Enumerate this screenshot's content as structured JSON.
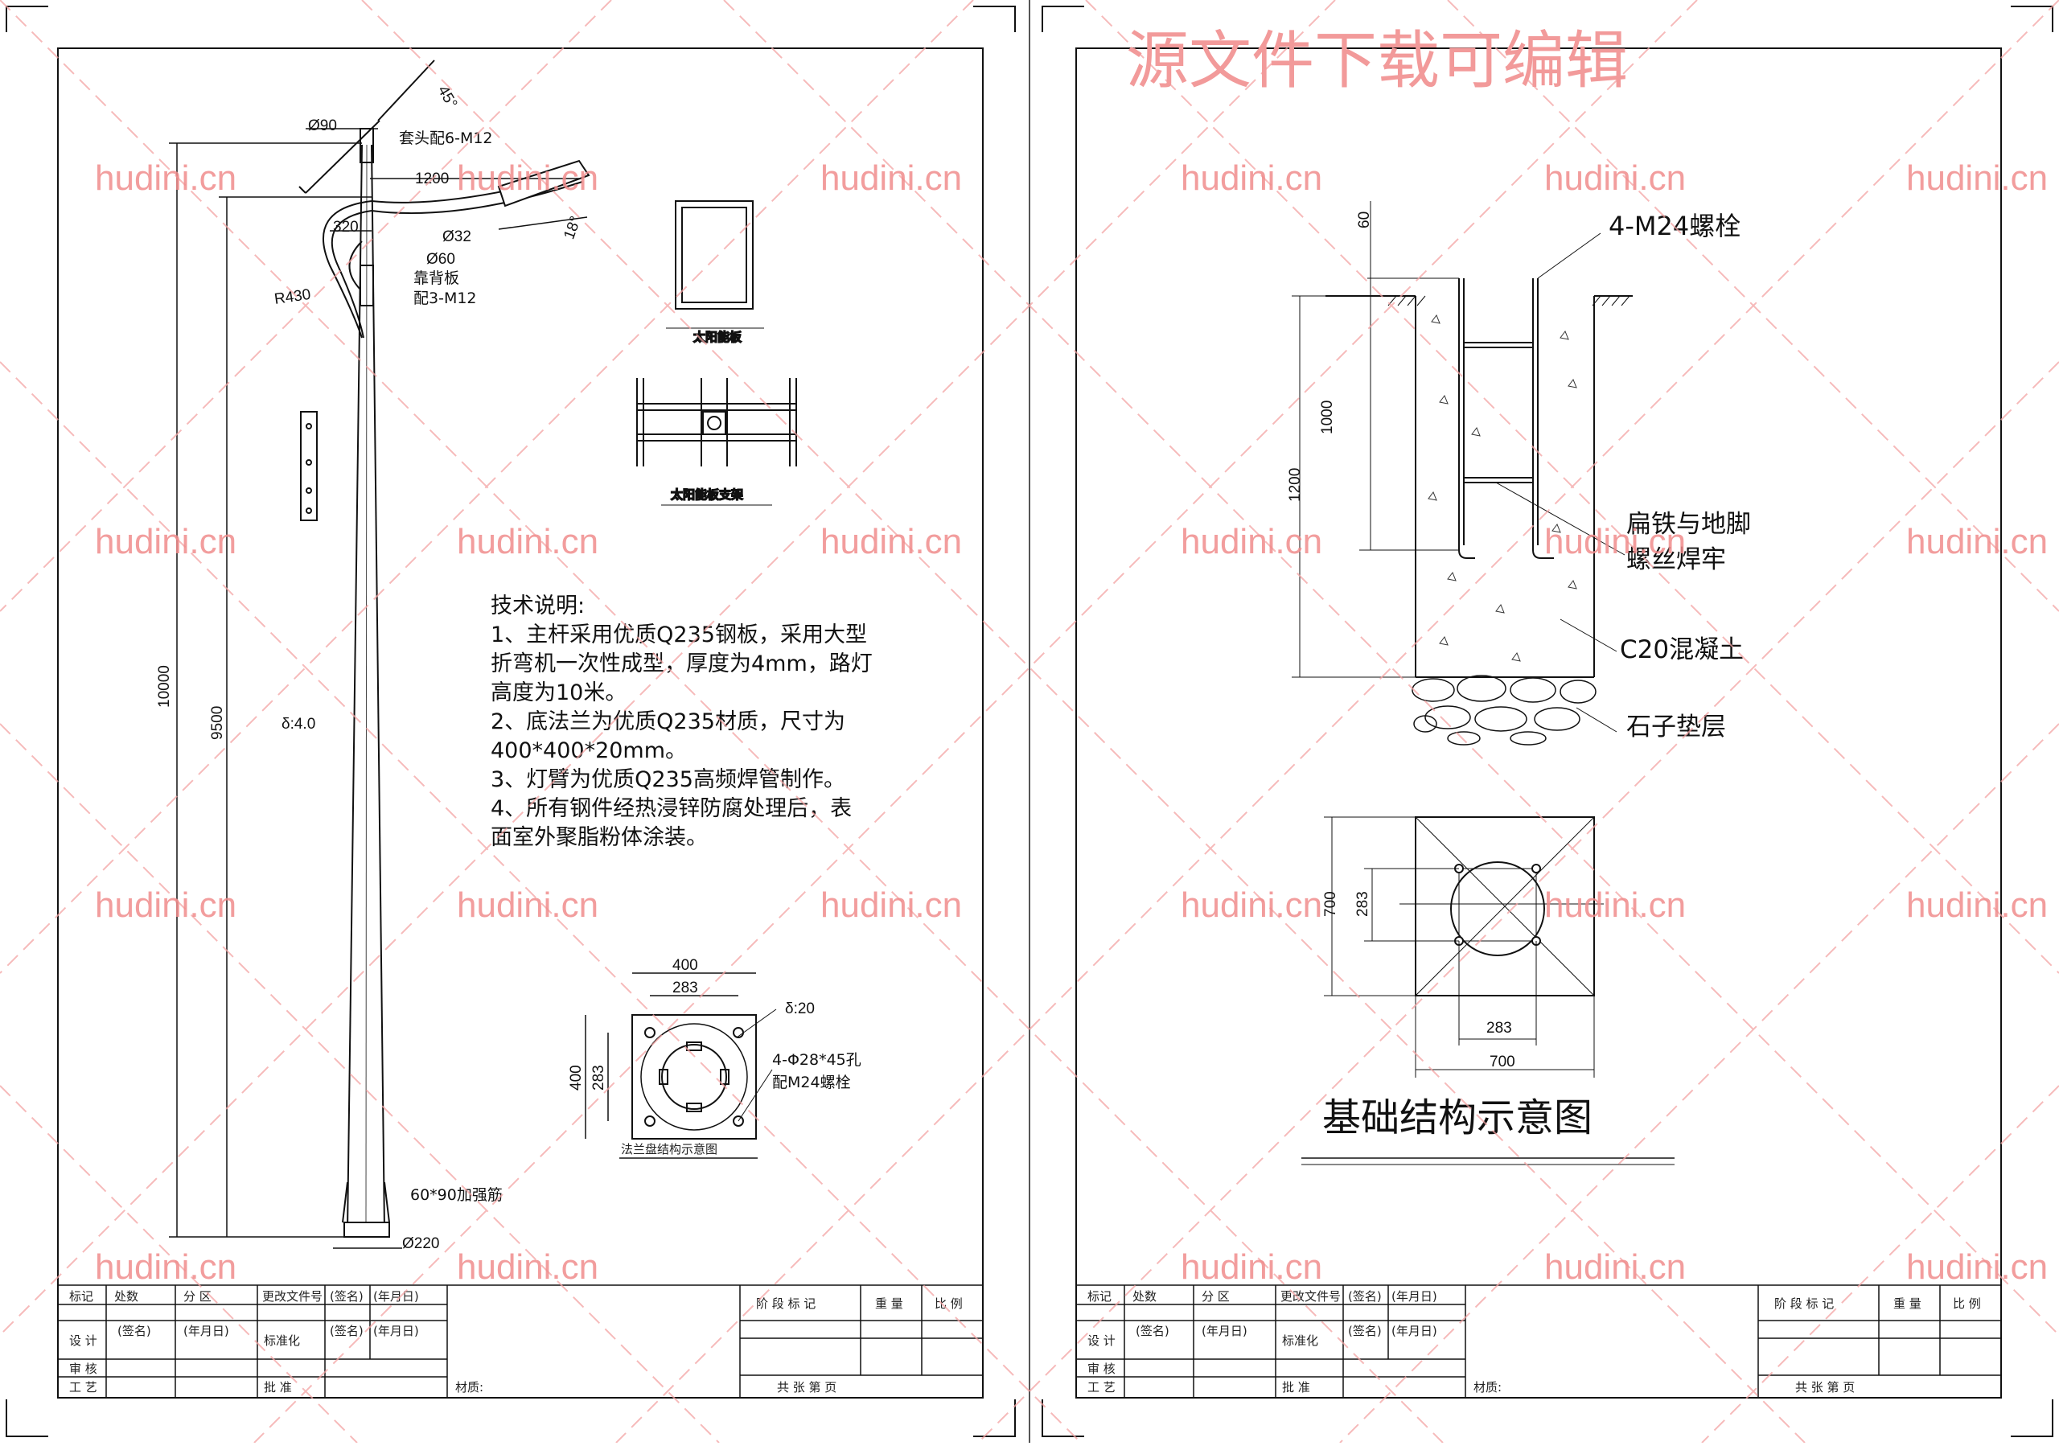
{
  "watermark": {
    "site": "hudini.cn",
    "headline": "源文件下载可编辑"
  },
  "left_sheet": {
    "pole_labels": {
      "top_dia": "Ø90",
      "angle_top": "45°",
      "cap_bolts": "套头配6-M12",
      "arm_length": "1200",
      "angle_arm": "18°",
      "arm_offset": "320",
      "arm_dia_small": "Ø32",
      "arm_dia_large": "Ø60",
      "backing_plate": "靠背板",
      "backing_bolts": "配3-M12",
      "radius": "R430",
      "height_total": "10000",
      "height_pole": "9500",
      "thickness": "δ:4.0",
      "rib": "60*90加强筋",
      "base_dia": "Ø220"
    },
    "panel_caption": "太阳能板",
    "bracket_caption": "太阳能板支架",
    "notes": {
      "title": "技术说明:",
      "lines": [
        "1、主杆采用优质Q235钢板，采用大型",
        "折弯机一次性成型，厚度为4mm，路灯",
        "高度为10米。",
        "2、底法兰为优质Q235材质，尺寸为",
        "400*400*20mm。",
        "3、灯臂为优质Q235高频焊管制作。",
        "4、所有钢件经热浸锌防腐处理后，表",
        "面室外聚脂粉体涂装。"
      ]
    },
    "flange": {
      "outer": "400",
      "inner": "283",
      "thickness": "δ:20",
      "holes": "4-Φ28*45孔",
      "bolts": "配M24螺栓",
      "caption": "法兰盘结构示意图"
    }
  },
  "right_sheet": {
    "foundation": {
      "bolt_label": "4-M24螺栓",
      "top_dim": "60",
      "bolt_depth": "1000",
      "depth": "1200",
      "flat_iron_1": "扁铁与地脚",
      "flat_iron_2": "螺丝焊牢",
      "concrete": "C20混凝土",
      "gravel": "石子垫层",
      "plan_size": "700",
      "plan_bolt": "283",
      "plan_size_h": "700",
      "plan_bolt_h": "283",
      "title": "基础结构示意图"
    }
  },
  "title_block": {
    "row1": [
      "标记",
      "处数",
      "分 区",
      "更改文件号",
      "(签名)",
      "(年月日)"
    ],
    "design": "设 计",
    "sign": "(签名)",
    "date": "(年月日)",
    "standard": "标准化",
    "review": "审 核",
    "craft": "工 艺",
    "approve": "批 准",
    "material": "材质:",
    "stage": "阶 段 标 记",
    "weight": "重 量",
    "scale": "比 例",
    "sheets": "共   张   第   页"
  }
}
